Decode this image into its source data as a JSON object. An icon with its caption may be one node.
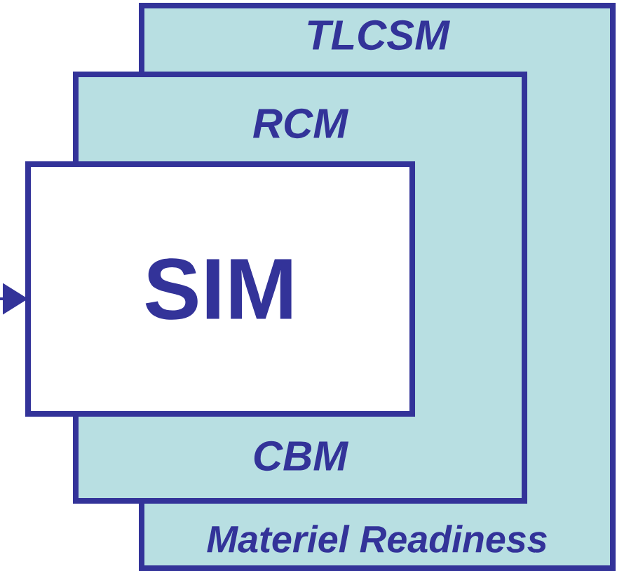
{
  "diagram": {
    "nodes": [
      {
        "text": [
          "TLCSM",
          "Materiel Readiness"
        ]
      },
      {
        "text": [
          "RCM",
          "CBM"
        ]
      },
      {
        "text": [
          "SIM"
        ]
      }
    ],
    "edges": [
      {
        "from": null,
        "to": 2,
        "arrow": "to"
      }
    ]
  }
}
